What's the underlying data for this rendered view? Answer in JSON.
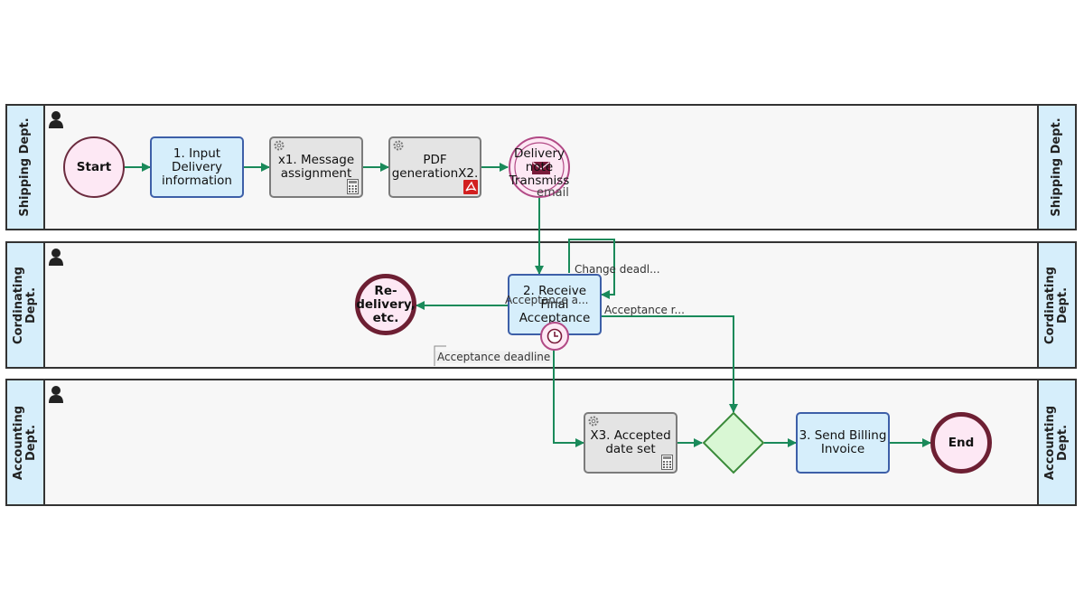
{
  "lanes": [
    {
      "name": "Shipping Dept."
    },
    {
      "name": "Cordinating\nDept."
    },
    {
      "name": "Accounting\nDept."
    }
  ],
  "nodes": {
    "start": "Start",
    "task1": "1. Input\nDelivery\ninformation",
    "x1": "x1. Message\nassignment",
    "pdf": "PDF\ngenerationX2.",
    "delivery_note": "Delivery\nnote\nTransmiss",
    "delivery_note_sub": "email",
    "redelivery": "Re-\ndelivery,\netc.",
    "task2": "2. Receive\nFinal\nAcceptance",
    "x3": "X3. Accepted\ndate set",
    "task3": "3. Send Billing\nInvoice",
    "end": "End"
  },
  "flow_labels": {
    "change_deadline": "Change deadl...",
    "acceptance_a": "Acceptance a...",
    "acceptance_r": "Acceptance r...",
    "acceptance_deadline": "Acceptance deadline"
  },
  "colors": {
    "flow": "#1a8a5a",
    "gateway_fill": "#d9f7d4",
    "gateway_stroke": "#3a8a3a",
    "user_task_fill": "#d6eefb",
    "service_task_fill": "#e4e4e4",
    "event_fill": "#fde8f4",
    "end_border": "#6d1f33"
  },
  "icons": {
    "lane_owner": "person-icon",
    "service": "gear-icon",
    "script": "calculator-icon",
    "pdf": "pdf-icon",
    "timer": "clock-icon"
  }
}
